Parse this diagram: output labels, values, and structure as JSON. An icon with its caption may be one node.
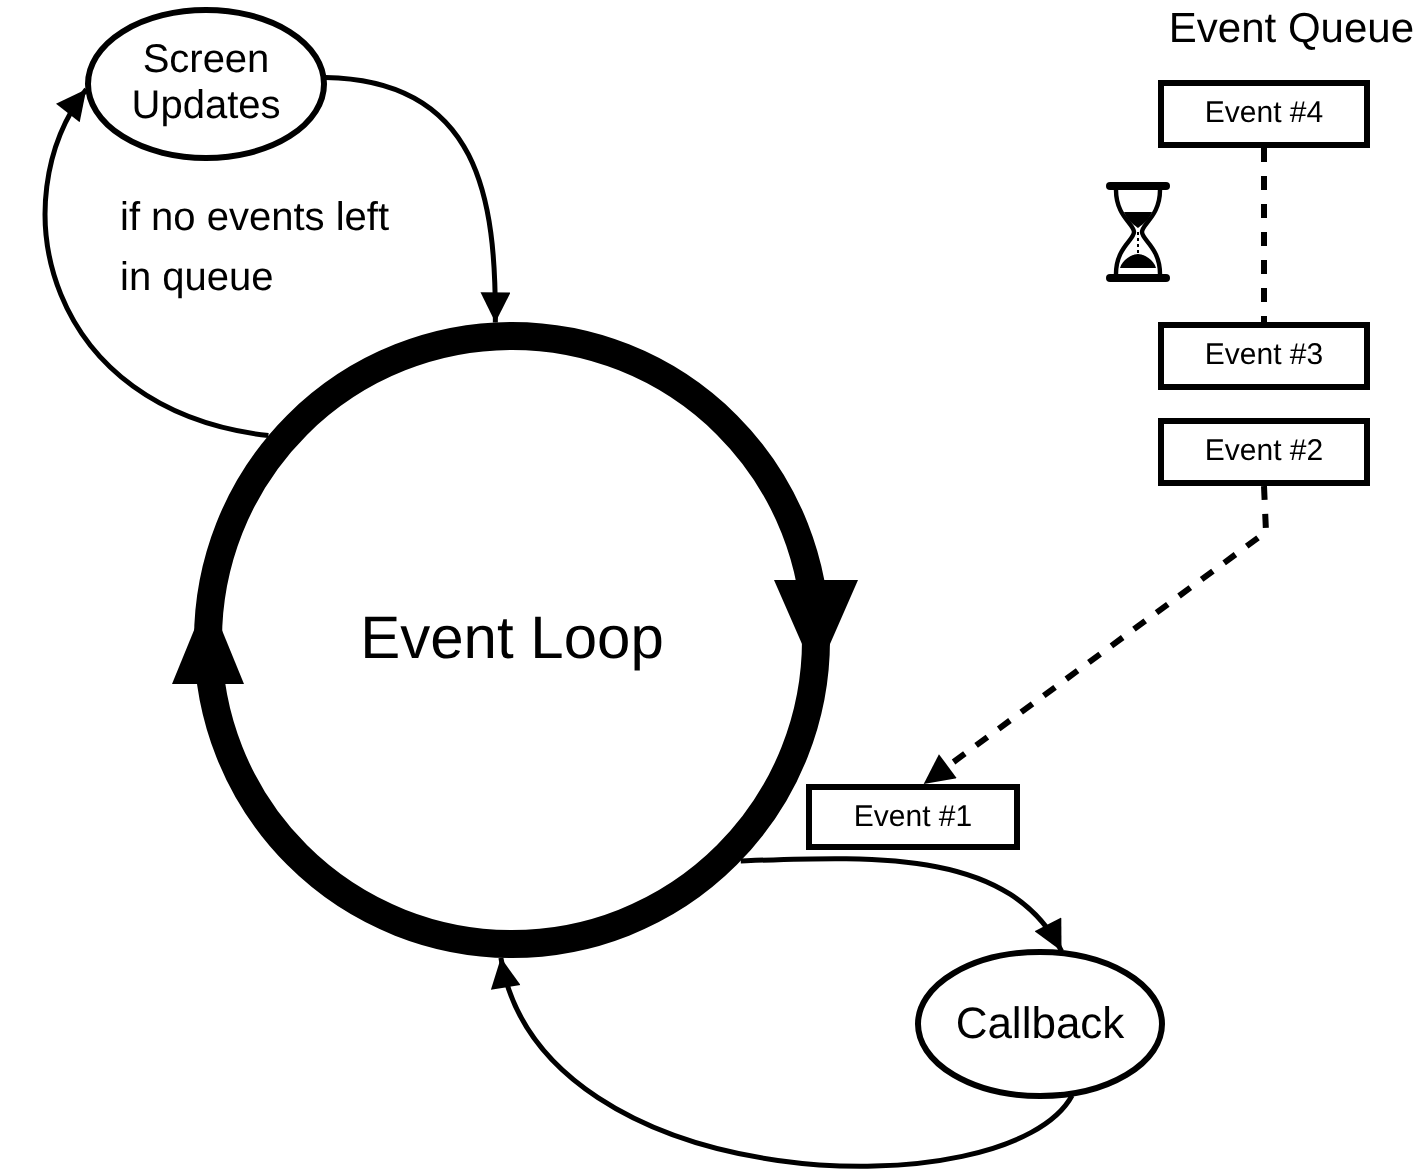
{
  "diagram": {
    "nodes": [
      {
        "text": [
          "Event Loop"
        ]
      },
      {
        "text": [
          "Screen Updates"
        ]
      },
      {
        "text": [
          "Callback"
        ]
      },
      {
        "text": [
          "Event #4"
        ]
      },
      {
        "text": [
          "Event #3"
        ]
      },
      {
        "text": [
          "Event #2"
        ]
      },
      {
        "text": [
          "Event #1"
        ]
      }
    ],
    "edges": [
      {
        "from": 0,
        "to": 1,
        "arrow": "to"
      },
      {
        "from": 1,
        "to": 0,
        "arrow": "to"
      },
      {
        "from": 0,
        "to": 2,
        "arrow": "to"
      },
      {
        "from": 2,
        "to": 0,
        "arrow": "to"
      },
      {
        "from": 3,
        "to": 4,
        "arrow": "none",
        "style": "dashed"
      },
      {
        "from": 5,
        "to": 6,
        "arrow": "to",
        "style": "dashed"
      }
    ],
    "labels": [
      "Event Queue",
      "if no events left in queue"
    ]
  }
}
